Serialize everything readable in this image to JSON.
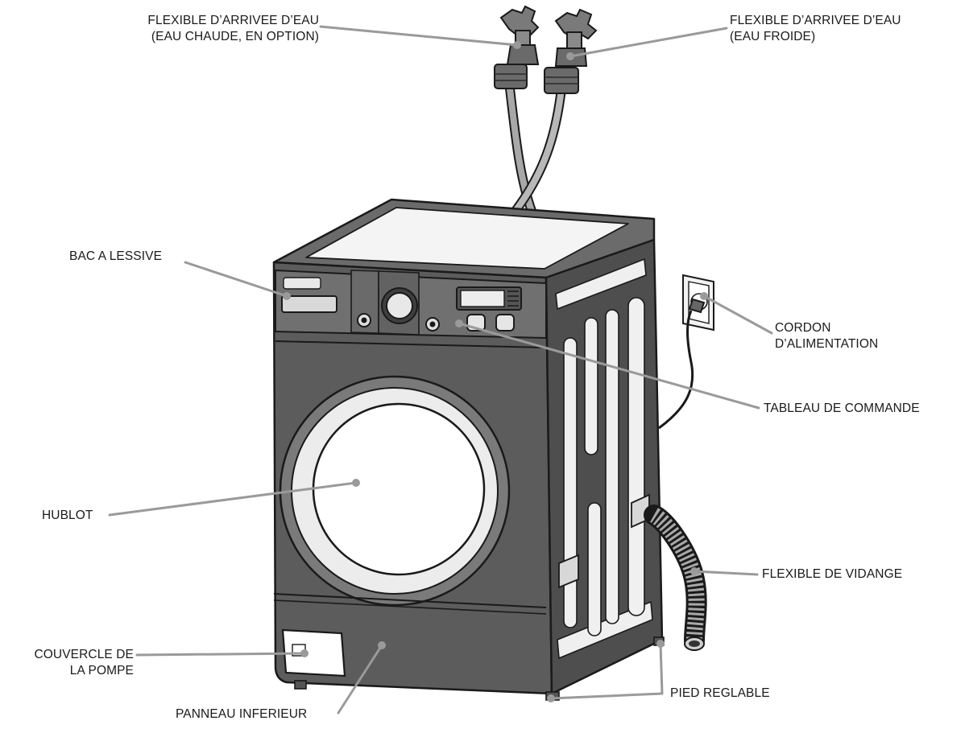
{
  "labels": {
    "hot_hose": {
      "line1": "FLEXIBLE D’ARRIVEE D’EAU",
      "line2": "(EAU CHAUDE, EN OPTION)"
    },
    "cold_hose": {
      "line1": "FLEXIBLE D’ARRIVEE D’EAU",
      "line2": "(EAU FROIDE)"
    },
    "detergent_drawer": "BAC A LESSIVE",
    "power_cord": {
      "line1": "CORDON",
      "line2": "D’ALIMENTATION"
    },
    "control_panel": "TABLEAU DE COMMANDE",
    "door": "HUBLOT",
    "drain_hose": "FLEXIBLE DE VIDANGE",
    "pump_cover": {
      "line1": "COUVERCLE DE",
      "line2": "LA POMPE"
    },
    "leveling_feet": "PIED REGLABLE",
    "lower_panel": "PANNEAU INFERIEUR"
  },
  "colors": {
    "outline": "#1a1a1a",
    "body": "#5c5c5c",
    "body_light": "#707070",
    "side": "#4e4e4e",
    "leader": "#9a9a9a",
    "hose": "#b0b0b0"
  }
}
